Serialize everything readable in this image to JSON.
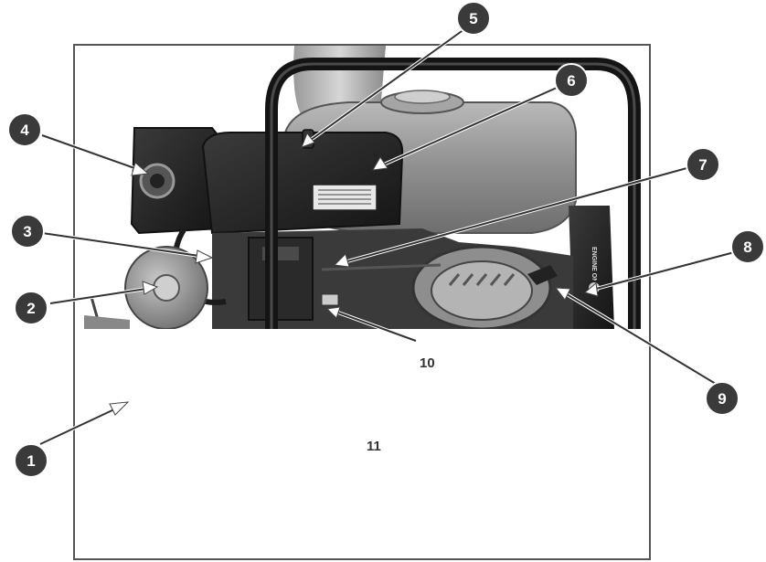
{
  "diagram": {
    "callouts": [
      {
        "id": "c1",
        "label": "1"
      },
      {
        "id": "c2",
        "label": "2"
      },
      {
        "id": "c3",
        "label": "3"
      },
      {
        "id": "c4",
        "label": "4"
      },
      {
        "id": "c5",
        "label": "5"
      },
      {
        "id": "c6",
        "label": "6"
      },
      {
        "id": "c7",
        "label": "7"
      },
      {
        "id": "c8",
        "label": "8"
      },
      {
        "id": "c9",
        "label": "9"
      }
    ],
    "inner_labels": [
      {
        "id": "l10",
        "label": "10"
      },
      {
        "id": "l11",
        "label": "11"
      }
    ],
    "engine_panel_text": "ENGINE ON",
    "colors": {
      "callout_fill": "#3a3a3a",
      "frame": "#555555",
      "metal": "#8f8f8f",
      "dark_plastic": "#2b2b2b"
    }
  }
}
